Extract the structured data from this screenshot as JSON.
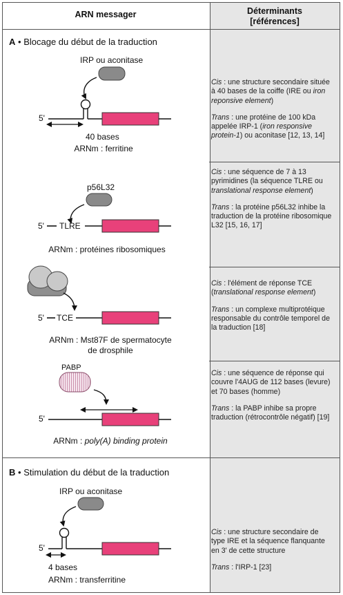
{
  "header": {
    "col1": "ARN messager",
    "col2_line1": "Déterminants",
    "col2_line2": "[références]"
  },
  "sections": {
    "a": {
      "letter": "A",
      "bullet": "•",
      "title": "Blocage du début de la traduction"
    },
    "b": {
      "letter": "B",
      "bullet": "•",
      "title": "Stimulation du début de la traduction"
    }
  },
  "rows": {
    "r1": {
      "protein_label": "IRP ou aconitase",
      "five_prime": "5'",
      "distance": "40 bases",
      "caption": "ARNm : ferritine",
      "cis_label": "Cis",
      "cis_text": " : une structure secondaire située à 40 bases de la coiffe (IRE ou ",
      "cis_italic": "iron reponsive element",
      "cis_end": ")",
      "trans_label": "Trans",
      "trans_text": " : une protéine de 100 kDa appelée IRP-1 (",
      "trans_italic": "iron responsive protein-1",
      "trans_end": ") ou aconitase [12, 13, 14]"
    },
    "r2": {
      "protein_label": "p56L32",
      "five_prime": "5'",
      "element": "TLRE",
      "caption": "ARNm : protéines ribosomiques",
      "cis_label": "Cis",
      "cis_text": " : une séquence de 7 à 13 pyrimidines (la séquence TLRE ou ",
      "cis_italic": "translational response element",
      "cis_end": ")",
      "trans_label": "Trans",
      "trans_text": " : la protéine p56L32 inhibe la traduction de la protéine ribosomique L32 [15, 16, 17]"
    },
    "r3": {
      "five_prime": "5'",
      "element": "TCE",
      "caption_line1": "ARNm : Mst87F de spermatocyte",
      "caption_line2": "de drosphile",
      "cis_label": "Cis",
      "cis_text": " : l'élément de réponse TCE (",
      "cis_italic": "translational response element",
      "cis_end": ")",
      "trans_label": "Trans",
      "trans_text": " : un complexe multiprotéique responsable du contrôle temporel de la traduction [18]"
    },
    "r4": {
      "protein_label": "PABP",
      "five_prime": "5'",
      "caption_prefix": "ARNm : ",
      "caption_italic": "poly(A) binding protein",
      "cis_label": "Cis",
      "cis_text": " : une séquence de réponse qui couvre l'4AUG de 112 bases (levure) et 70 bases (homme)",
      "trans_label": "Trans",
      "trans_text": " : la PABP inhibe sa propre traduction (rétrocontrôle négatif) [19]"
    },
    "r5": {
      "protein_label": "IRP ou aconitase",
      "five_prime": "5'",
      "distance": "4 bases",
      "caption": "ARNm : transferritine",
      "cis_label": "Cis",
      "cis_text": " : une structure secondaire de type IRE et la séquence flanquante en 3' de cette structure",
      "trans_label": "Trans",
      "trans_text": " : l'IRP-1 [23]"
    }
  },
  "colors": {
    "coding_region": "#e8417a",
    "protein_gray": "#8a8a8a",
    "pabp_fill": "#f3dbe8",
    "right_column": "#e6e6e6",
    "border": "#555555"
  }
}
